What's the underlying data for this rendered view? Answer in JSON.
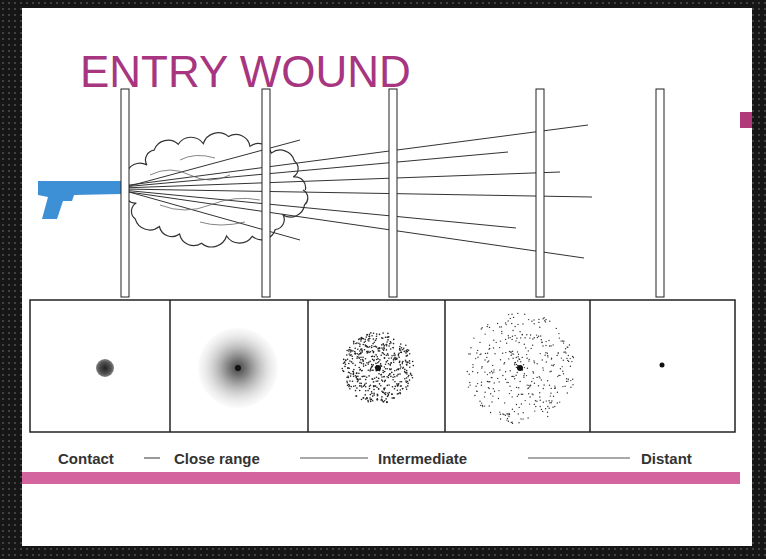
{
  "diagram": {
    "title": "ENTRY WOUND",
    "labels": [
      "Contact",
      "Close range",
      "Intermediate",
      "Distant"
    ]
  }
}
